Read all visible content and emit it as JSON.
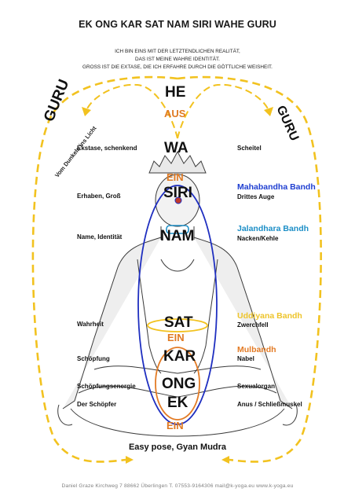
{
  "title": "EK ONG KAR SAT NAM SIRI WAHE GURU",
  "intro": [
    "ICH BIN EINS MIT DER LETZTENDLICHEN REALITÄT,",
    "DAS IST MEINE WAHRE IDENTITÄT.",
    "GROSS IST DIE EXTASE, DIE ICH ERFAHRE DURCH DIE GÖTTLICHE WEISHEIT."
  ],
  "guru_left": "GURU",
  "guru_left_sub": "Vom Dunkeln ins Licht",
  "guru_right": "GURU",
  "mantra": {
    "he": "HE",
    "aus": "AUS",
    "wa": "WA",
    "ein1": "EIN",
    "siri": "SIRI",
    "nam": "NAM",
    "sat": "SAT",
    "ein2": "EIN",
    "kar": "KAR",
    "ong": "ONG",
    "ek": "EK",
    "ein3": "EIN"
  },
  "left_labels": [
    "Ekstase, schenkend",
    "Erhaben, Groß",
    "Name, Identität",
    "Wahrheit",
    "Schöpfung",
    "Schöpfungsenergie",
    "Der Schöpfer"
  ],
  "right_labels": {
    "scheitel": "Scheitel",
    "mahabandha": "Mahabandha Bandh",
    "drittes_auge": "Drittes Auge",
    "jalandhara": "Jalandhara Bandh",
    "nacken": "Nacken/Kehle",
    "uddiyana": "Uddiyana Bandh",
    "zwerchfell": "Zwerchfell",
    "mulbandh": "Mulbandh",
    "nabel": "Nabel",
    "sexualorgan": "Sexualorgan",
    "anus": "Anus / Schließmuskel"
  },
  "caption": "Easy pose, Gyan Mudra",
  "footer": "Daniel Graze  Kirchweg 7  88662 Überlingen  T. 07553-9164306  mail@k-yoga.eu  www.k-yoga.eu",
  "colors": {
    "yellow": "#f2c21f",
    "blue": "#1f2fc0",
    "orange": "#e37b25",
    "cyan": "#1d8fc7"
  }
}
